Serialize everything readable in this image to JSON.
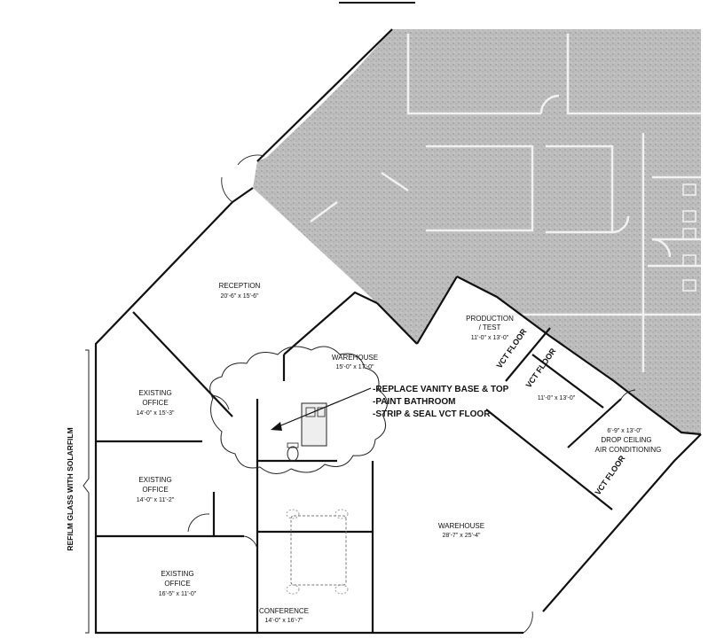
{
  "rooms": {
    "reception": {
      "name": "RECEPTION",
      "dims": "20'-6\" x 15'-6\""
    },
    "warehouse_small": {
      "name": "WAREHOUSE",
      "dims": "15'-0\" x 17'-0\""
    },
    "production": {
      "name_line1": "PRODUCTION",
      "name_line2": "/ TEST",
      "dims": "11'-0\" x 13'-0\""
    },
    "middle_room": {
      "dims": "11'-0\" x 13'-0\""
    },
    "drop_ceiling": {
      "dims": "6'-9\" x 13'-0\"",
      "line2": "DROP CEILING",
      "line3": "AIR CONDITIONING"
    },
    "office_1": {
      "name_line1": "EXISTING",
      "name_line2": "OFFICE",
      "dims": "14'-0\" x 15'-3\""
    },
    "office_2": {
      "name_line1": "EXISTING",
      "name_line2": "OFFICE",
      "dims": "14'-0\" x 11'-2\""
    },
    "office_3": {
      "name_line1": "EXISTING",
      "name_line2": "OFFICE",
      "dims": "16'-5\" x 11'-0\""
    },
    "warehouse_large": {
      "name": "WAREHOUSE",
      "dims": "28'-7\" x 25'-4\""
    },
    "conference": {
      "name": "CONFERENCE",
      "dims": "14'-0\" x 16'-7\""
    }
  },
  "notes": [
    "-REPLACE VANITY BASE & TOP",
    "-PAINT BATHROOM",
    "-STRIP & SEAL VCT FLOOR"
  ],
  "vct_labels": [
    "VCT FLOOR",
    "VCT FLOOR",
    "VCT FLOOR"
  ],
  "side_note": "REFILM GLASS WITH SOLARFILM",
  "colors": {
    "shaded_area": "#b8b8b8",
    "lines": "#111111",
    "paper": "#ffffff"
  }
}
